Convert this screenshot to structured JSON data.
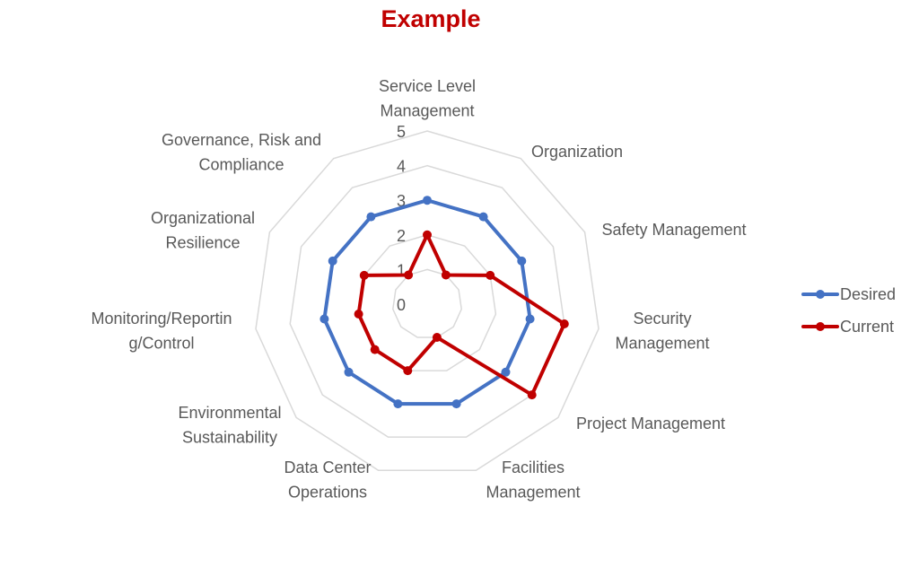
{
  "title": "Example",
  "colors": {
    "title": "#c00000",
    "desired": "#4472c4",
    "current": "#c00000",
    "grid": "#d9d9d9",
    "text": "#595959"
  },
  "legend": {
    "items": [
      {
        "label": "Desired",
        "color": "#4472c4"
      },
      {
        "label": "Current",
        "color": "#c00000"
      }
    ],
    "position": "right"
  },
  "chart_data": {
    "type": "radar",
    "title": "Example",
    "categories": [
      "Service Level Management",
      "Organization",
      "Safety Management",
      "Security Management",
      "Project Management",
      "Facilities Management",
      "Data Center Operations",
      "Environmental Sustainability",
      "Monitoring/Reporting/Control",
      "Organizational Resilience",
      "Governance, Risk and Compliance"
    ],
    "series": [
      {
        "name": "Desired",
        "color": "#4472c4",
        "values": [
          3,
          3,
          3,
          3,
          3,
          3,
          3,
          3,
          3,
          3,
          3
        ]
      },
      {
        "name": "Current",
        "color": "#c00000",
        "values": [
          2,
          1,
          2,
          4,
          4,
          1,
          2,
          2,
          2,
          2,
          1
        ]
      }
    ],
    "rlim": [
      0,
      5
    ],
    "ticks": [
      "0",
      "1",
      "2",
      "3",
      "4",
      "5"
    ],
    "grid": true,
    "legend_position": "right"
  },
  "axis_labels": [
    {
      "lines": [
        "Service Level",
        "Management"
      ],
      "x": 476,
      "y": 102,
      "anchor": "middle"
    },
    {
      "lines": [
        "Organization"
      ],
      "x": 643,
      "y": 175,
      "anchor": "middle"
    },
    {
      "lines": [
        "Safety Management"
      ],
      "x": 751,
      "y": 262,
      "anchor": "middle"
    },
    {
      "lines": [
        "Security",
        "Management"
      ],
      "x": 738,
      "y": 361,
      "anchor": "middle"
    },
    {
      "lines": [
        "Project Management"
      ],
      "x": 725,
      "y": 478,
      "anchor": "middle"
    },
    {
      "lines": [
        "Facilities",
        "Management"
      ],
      "x": 594,
      "y": 527,
      "anchor": "middle"
    },
    {
      "lines": [
        "Data Center",
        "Operations"
      ],
      "x": 365,
      "y": 527,
      "anchor": "middle"
    },
    {
      "lines": [
        "Environmental",
        "Sustainability"
      ],
      "x": 256,
      "y": 466,
      "anchor": "middle"
    },
    {
      "lines": [
        "Monitoring/Reportin",
        "g/Control"
      ],
      "x": 180,
      "y": 361,
      "anchor": "middle"
    },
    {
      "lines": [
        "Organizational",
        "Resilience"
      ],
      "x": 226,
      "y": 249,
      "anchor": "middle"
    },
    {
      "lines": [
        "Governance, Risk and",
        "Compliance"
      ],
      "x": 269,
      "y": 162,
      "anchor": "middle"
    }
  ]
}
